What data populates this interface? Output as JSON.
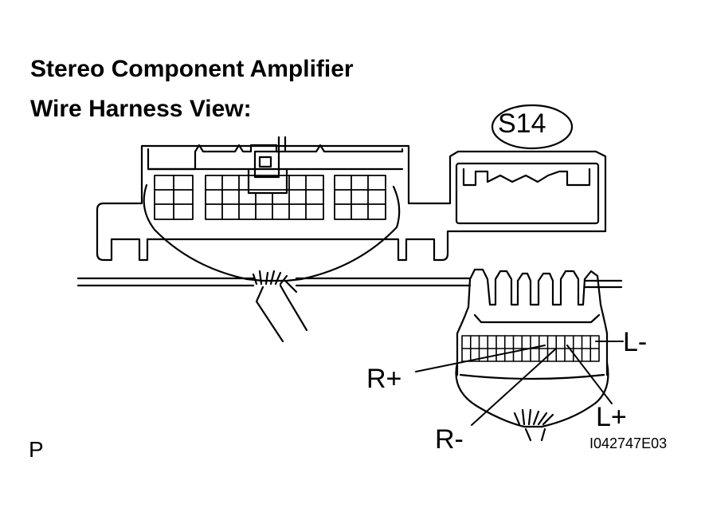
{
  "header": {
    "title_line1": "Stereo Component Amplifier",
    "title_line2": "Wire Harness View:"
  },
  "connector": {
    "id": "S14",
    "pins": {
      "l_minus": "L-",
      "r_plus": "R+",
      "r_minus": "R-",
      "l_plus": "L+"
    }
  },
  "footer": {
    "corner_letter": "P",
    "figure_code": "I042747E03"
  }
}
